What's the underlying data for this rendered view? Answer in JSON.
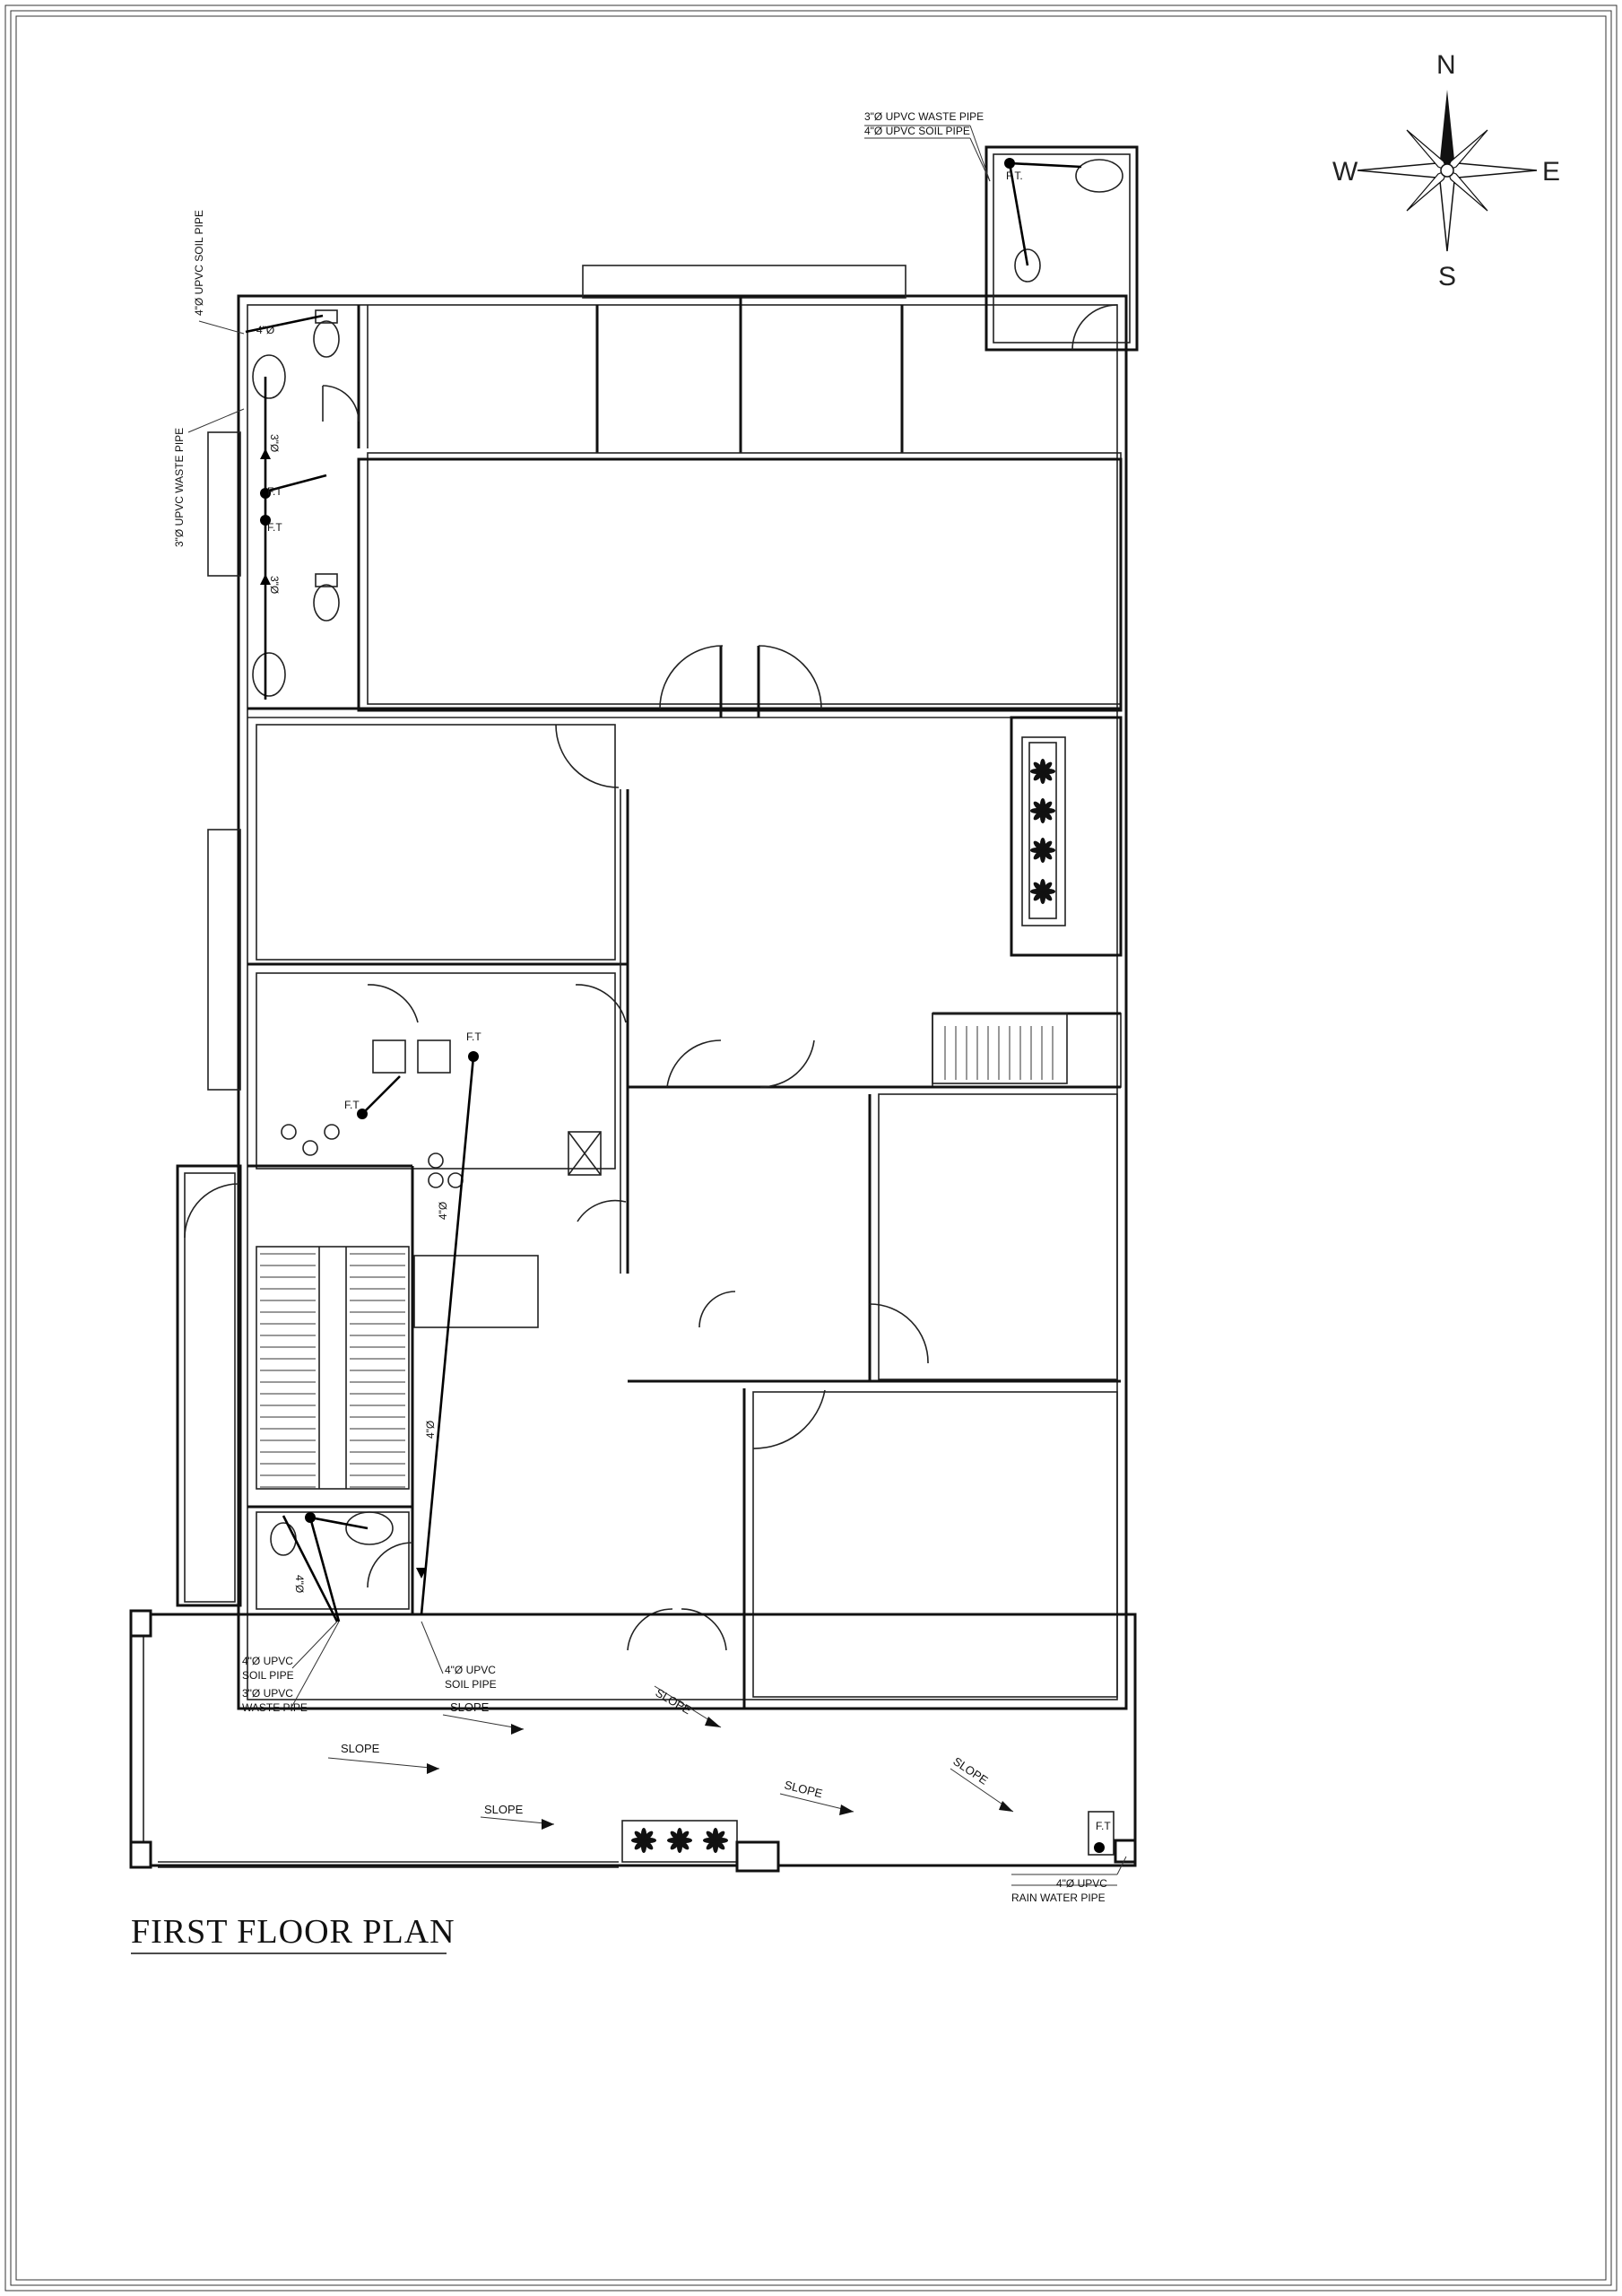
{
  "drawing": {
    "title": "FIRST FLOOR PLAN"
  },
  "compass": {
    "north": "N",
    "south": "S",
    "east": "E",
    "west": "W"
  },
  "pipe_labels": {
    "top_right_waste": "3\"Ø UPVC WASTE PIPE",
    "top_right_soil": "4\"Ø UPVC SOIL PIPE",
    "left_soil_vertical": "4\"Ø UPVC SOIL PIPE",
    "left_waste_vertical": "3\"Ø UPVC WASTE PIPE",
    "bottom_soil_l1": "4\"Ø UPVC",
    "bottom_soil_l2": "SOIL PIPE",
    "bottom_waste_l1": "3\"Ø UPVC",
    "bottom_waste_l2": "WASTE PIPE",
    "bottom_mid_soil_l1": "4\"Ø UPVC",
    "bottom_mid_soil_l2": "SOIL PIPE",
    "rain_l1": "4\"Ø UPVC",
    "rain_l2": "RAIN WATER PIPE"
  },
  "fixture_labels": {
    "floor_trap": "F.T",
    "floor_trap_dot": "F.T.",
    "dia_4": "4\"Ø",
    "dia_3": "3\"Ø",
    "dia_4b": "4\"Ø",
    "dia_3b": "3\"Ø",
    "dia_4c": "4\"Ø",
    "dia_4d": "4\"Ø"
  },
  "slope_label": "SLOPE",
  "colors": {
    "line": "#111111",
    "background": "#ffffff"
  }
}
